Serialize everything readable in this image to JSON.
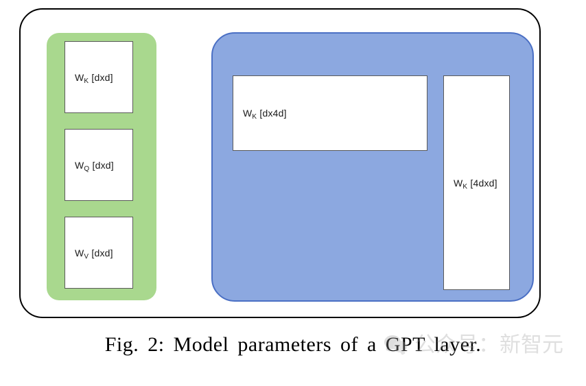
{
  "figure": {
    "caption": "Fig. 2: Model parameters of a GPT layer.",
    "outer_container_name": "GPT layer"
  },
  "groups": {
    "attention": {
      "name": "attention-parameter-group",
      "color": "#a9d88e",
      "boxes": [
        {
          "symbol": "W",
          "subscript": "K",
          "shape": "[dxd]",
          "label_prefix": "W",
          "label_suffix": " [dxd]"
        },
        {
          "symbol": "W",
          "subscript": "Q",
          "shape": "[dxd]",
          "label_prefix": "W",
          "label_suffix": " [dxd]"
        },
        {
          "symbol": "W",
          "subscript": "V",
          "shape": "[dxd]",
          "label_prefix": "W",
          "label_suffix": " [dxd]"
        }
      ]
    },
    "mlp": {
      "name": "mlp-parameter-group",
      "color": "#8ca8e0",
      "border_color": "#4a6fc4",
      "boxes": [
        {
          "symbol": "W",
          "subscript": "K",
          "shape": "[dx4d]",
          "label_prefix": "W",
          "label_suffix": " [dx4d]"
        },
        {
          "symbol": "W",
          "subscript": "K",
          "shape": "[4dxd]",
          "label_prefix": "W",
          "label_suffix": " [4dxd]"
        }
      ]
    }
  },
  "watermark": {
    "text": "公众号：新智元",
    "logo": "wechat-icon",
    "color": "#9e9e9e"
  },
  "colors": {
    "green_fill": "#a9d88e",
    "blue_fill": "#8ca8e0",
    "blue_stroke": "#4a6fc4",
    "box_stroke": "#595959",
    "outline_stroke": "#000000",
    "background": "#ffffff"
  }
}
